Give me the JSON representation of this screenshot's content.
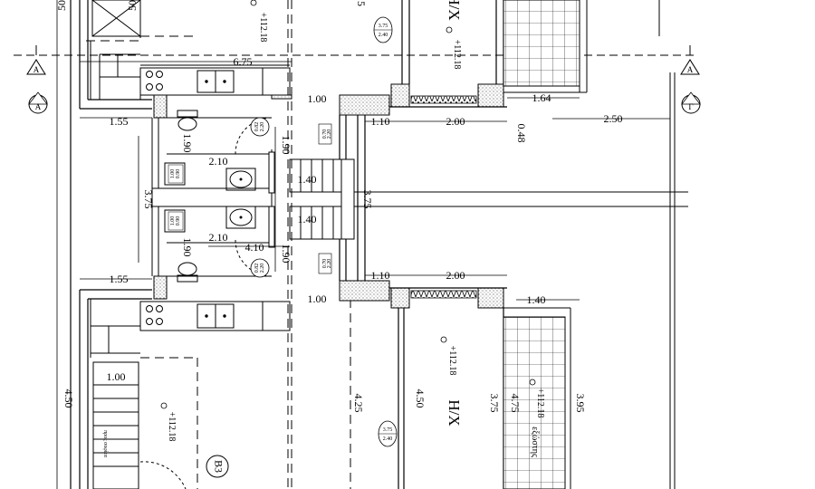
{
  "dimensions": {
    "d_675": "6.75",
    "d_100_top": "1.00",
    "d_100_bot": "1.00",
    "d_155_top": "1.55",
    "d_155_bot": "1.55",
    "d_190_a": "1.90",
    "d_190_b": "1.90",
    "d_190_c": "1.90",
    "d_190_d": "1.90",
    "d_210_a": "2.10",
    "d_210_b": "2.10",
    "d_140_a": "1.40",
    "d_140_b": "1.40",
    "d_140_c": "1.40",
    "d_375_left": "3.75",
    "d_375_mid": "3.75",
    "d_375_lower": "3.75",
    "d_410": "4.10",
    "d_110_top": "1.10",
    "d_110_bot": "1.10",
    "d_200_top": "2.00",
    "d_200_bot": "2.00",
    "d_164": "1.64",
    "d_048": "0.48",
    "d_250": "2.50",
    "d_450_left": "4.50",
    "d_450_mid": "4.50",
    "d_425": "4.25",
    "d_475": "4.75",
    "d_395": "3.95",
    "d_100_stair": "1.00",
    "d_50_a": "50",
    "d_50_b": "50",
    "d_5": "5"
  },
  "elevations": {
    "e1": "+112.18",
    "e2": "+112.18",
    "e3": "+112.18",
    "e4": "+112.18",
    "e5": "+112.18"
  },
  "rooms": {
    "hx_top": "Η/Χ",
    "hx_bottom": "Η/Χ",
    "b3": "Β3",
    "veranda": "εξώστης",
    "stair_label": "προς σοφίτα"
  },
  "sections": {
    "a_left": "Α",
    "a_right": "Α",
    "a_circle": "Α",
    "g_circle": "Γ"
  },
  "tags": {
    "window_top": [
      "3.75",
      "2.40"
    ],
    "window_bottom": [
      "3.75",
      "2.40"
    ],
    "door_wc_top": [
      "0.82",
      "2.20"
    ],
    "door_wc_bot": [
      "0.82",
      "2.20"
    ],
    "door_mid_top": [
      "0.70",
      "2.20"
    ],
    "door_mid_bot": [
      "0.70",
      "2.20"
    ],
    "small_a": [
      "1.00",
      "0.90",
      "1.20"
    ],
    "small_b": [
      "1.00",
      "0.90",
      "1.20"
    ]
  },
  "colors": {
    "line": "#000000",
    "background": "#ffffff"
  }
}
